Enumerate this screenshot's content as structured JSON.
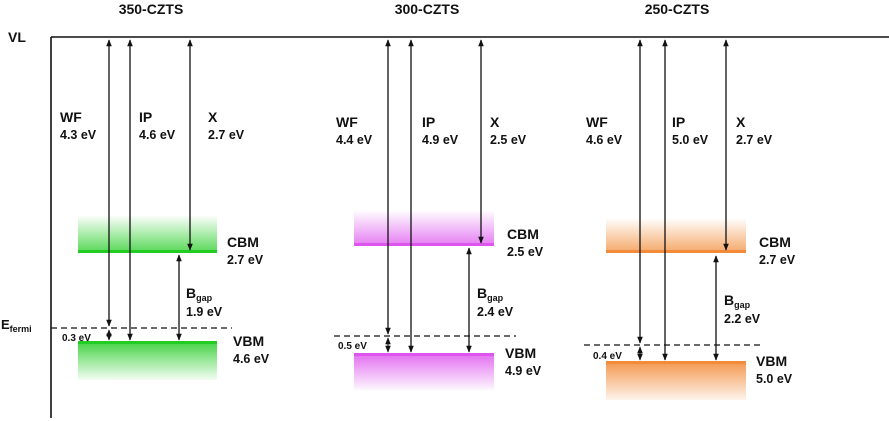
{
  "axis": {
    "vacuum_label": "VL",
    "fermi_label": "E",
    "fermi_label_sub": "fermi"
  },
  "panels": [
    {
      "title": "350-CZTS",
      "color": "#22cc22",
      "wf_label": "WF",
      "wf_value": "4.3 eV",
      "ip_label": "IP",
      "ip_value": "4.6 eV",
      "x_label": "X",
      "x_value": "2.7 eV",
      "cbm_label": "CBM",
      "cbm_value": "2.7 eV",
      "bgap_label": "B",
      "bgap_sub": "gap",
      "bgap_value": "1.9 eV",
      "vbm_label": "VBM",
      "vbm_value": "4.6 eV",
      "offset_value": "0.3 eV"
    },
    {
      "title": "300-CZTS",
      "color": "#dd55ee",
      "wf_label": "WF",
      "wf_value": "4.4 eV",
      "ip_label": "IP",
      "ip_value": "4.9 eV",
      "x_label": "X",
      "x_value": "2.5 eV",
      "cbm_label": "CBM",
      "cbm_value": "2.5 eV",
      "bgap_label": "B",
      "bgap_sub": "gap",
      "bgap_value": "2.4 eV",
      "vbm_label": "VBM",
      "vbm_value": "4.9 eV",
      "offset_value": "0.5 eV"
    },
    {
      "title": "250-CZTS",
      "color": "#f28c3a",
      "wf_label": "WF",
      "wf_value": "4.6 eV",
      "ip_label": "IP",
      "ip_value": "5.0 eV",
      "x_label": "X",
      "x_value": "2.7 eV",
      "cbm_label": "CBM",
      "cbm_value": "2.7 eV",
      "bgap_label": "B",
      "bgap_sub": "gap",
      "bgap_value": "2.2 eV",
      "vbm_label": "VBM",
      "vbm_value": "5.0 eV",
      "offset_value": "0.4 eV"
    }
  ]
}
